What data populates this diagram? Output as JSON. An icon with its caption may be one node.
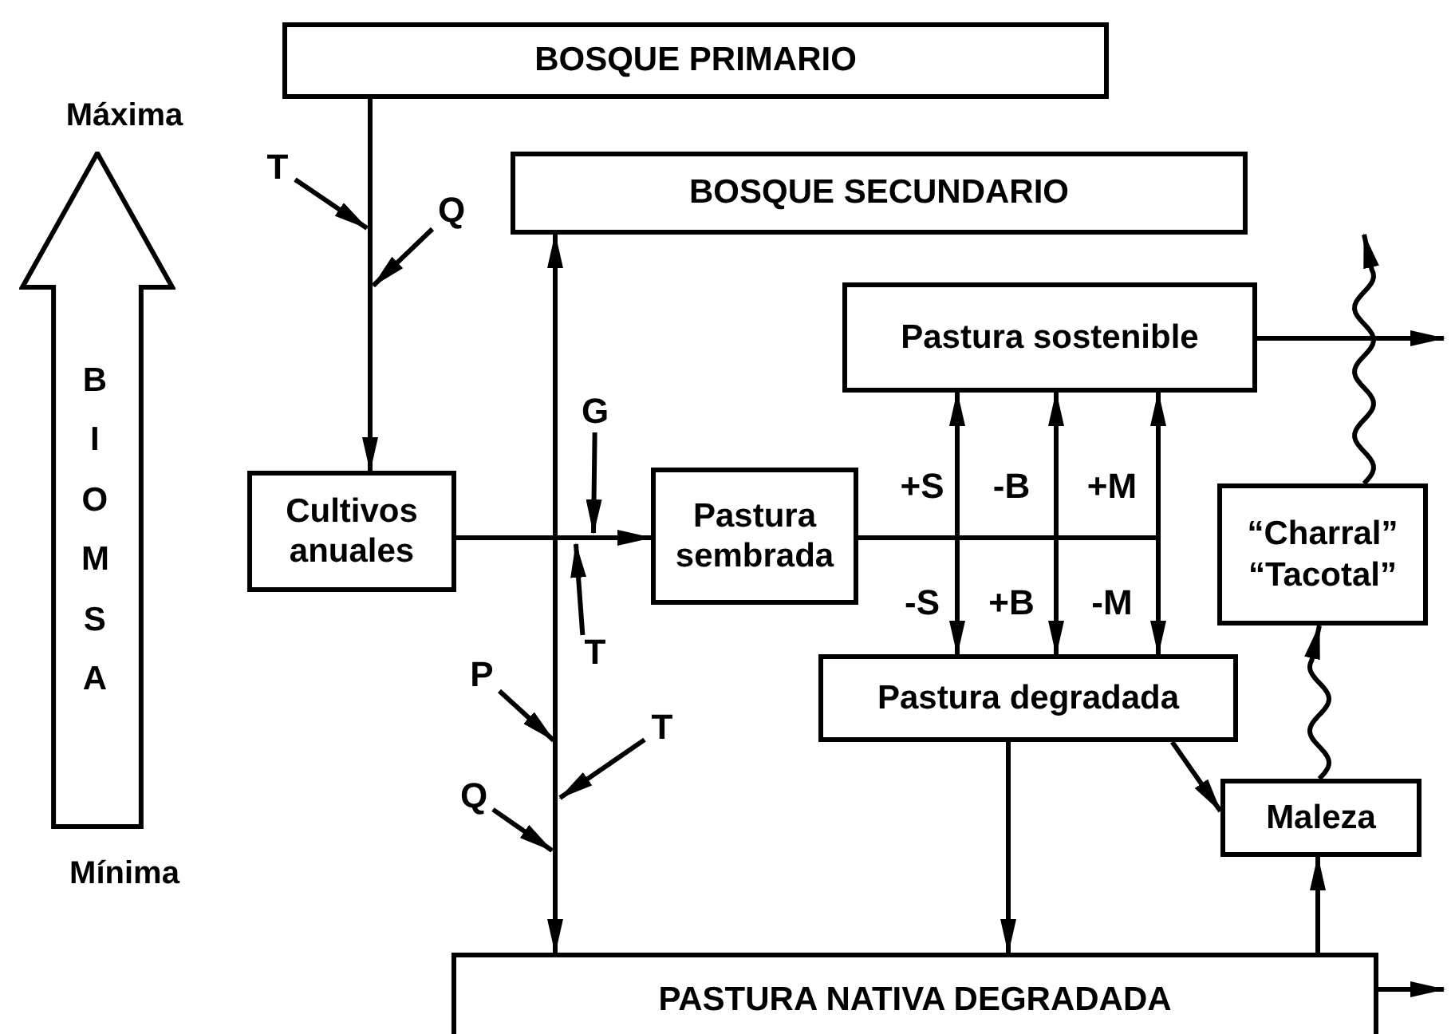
{
  "diagram": {
    "nodes": [
      {
        "text": [
          "BOSQUE PRIMARIO"
        ]
      },
      {
        "text": [
          "BOSQUE SECUNDARIO"
        ]
      },
      {
        "text": [
          "Pastura sostenible"
        ]
      },
      {
        "text": [
          "Cultivos anuales"
        ]
      },
      {
        "text": [
          "Pastura sembrada"
        ]
      },
      {
        "text": [
          "“Charral”",
          "“Tacotal”"
        ]
      },
      {
        "text": [
          "Pastura degradada"
        ]
      },
      {
        "text": [
          "Maleza"
        ]
      },
      {
        "text": [
          "PASTURA NATIVA DEGRADADA"
        ]
      },
      {
        "text": [
          "BIOMSA"
        ],
        "beside": [
          "Máxima",
          "Mínima"
        ]
      },
      {
        "text": [
          "T"
        ]
      },
      {
        "text": [
          "Q"
        ]
      },
      {
        "text": [
          "G"
        ]
      },
      {
        "text": [
          "T"
        ]
      },
      {
        "text": [
          "P"
        ]
      },
      {
        "text": [
          "T"
        ]
      },
      {
        "text": [
          "Q"
        ]
      }
    ],
    "edges": [
      {
        "from": 0,
        "to": 3,
        "arrow": "to"
      },
      {
        "from": 3,
        "to": 4,
        "arrow": "to"
      },
      {
        "from": 1,
        "to": 8,
        "arrow": "both"
      },
      {
        "from": 4,
        "to": null,
        "arrow": "none"
      },
      {
        "from": 2,
        "to": 6,
        "arrow": "both"
      },
      {
        "from": 2,
        "to": 6,
        "arrow": "both"
      },
      {
        "from": 2,
        "to": 6,
        "arrow": "both"
      },
      {
        "from": 2,
        "to": null,
        "arrow": "to"
      },
      {
        "from": 5,
        "to": 1,
        "arrow": "to"
      },
      {
        "from": 7,
        "to": 5,
        "arrow": "to"
      },
      {
        "from": 6,
        "to": 8,
        "arrow": "to"
      },
      {
        "from": 6,
        "to": 7,
        "arrow": "to"
      },
      {
        "from": 8,
        "to": 7,
        "arrow": "to"
      },
      {
        "from": 8,
        "to": null,
        "arrow": "to"
      },
      {
        "from": 10,
        "to": null,
        "arrow": "to"
      },
      {
        "from": 11,
        "to": null,
        "arrow": "to"
      },
      {
        "from": 12,
        "to": null,
        "arrow": "to"
      },
      {
        "from": 13,
        "to": null,
        "arrow": "to"
      },
      {
        "from": 14,
        "to": null,
        "arrow": "to"
      },
      {
        "from": 15,
        "to": null,
        "arrow": "to"
      },
      {
        "from": 16,
        "to": null,
        "arrow": "to"
      }
    ],
    "labels": [
      "+S",
      "-B",
      "+M",
      "-S",
      "+B",
      "-M"
    ]
  }
}
